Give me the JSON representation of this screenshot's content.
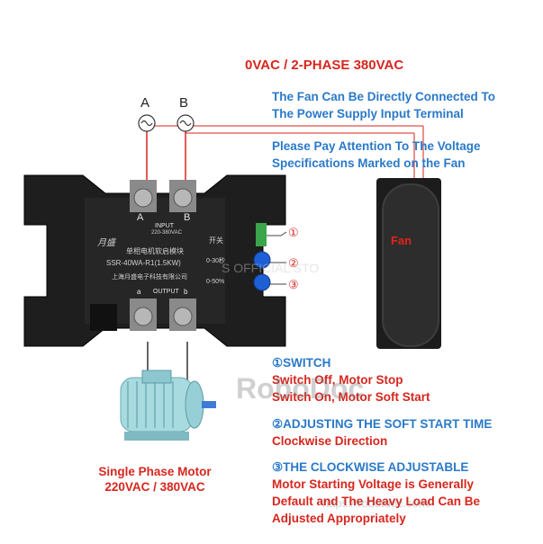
{
  "header": {
    "title": "0VAC / 2-PHASE 380VAC"
  },
  "terminals": {
    "a_label": "A",
    "b_label": "B",
    "out_a": "a",
    "out_b": "b"
  },
  "fan_note": {
    "line1": "The Fan Can Be Directly Connected To",
    "line2": "The Power Supply  Input Terminal",
    "line3": "Please Pay Attention To The Voltage",
    "line4": "Specifications Marked on the Fan"
  },
  "fan": {
    "label": "Fan"
  },
  "device": {
    "brand": "月盛",
    "input_label": "INPUT",
    "input_spec": "220-380VAC",
    "model_cn": "单相电机软启模块",
    "model": "SSR-40WA-R1(1.5KW)",
    "maker": "上海月盛电子科技有限公司",
    "output_label": "OUTPUT",
    "switch_cn": "开关",
    "time_range": "0-30秒",
    "volt_range": "0-50%",
    "callout1": "①",
    "callout2": "②",
    "callout3": "③"
  },
  "motor": {
    "line1": "Single Phase Motor",
    "line2": "220VAC / 380VAC"
  },
  "notes": {
    "switch_title": "①SWITCH",
    "switch_off": "Switch Off, Motor Stop",
    "switch_on": "Switch On, Motor Soft Start",
    "time_title": "②ADJUSTING THE SOFT START TIME",
    "time_desc": "Clockwise Direction",
    "volt_title": "③THE CLOCKWISE ADJUSTABLE",
    "volt_l1": "Motor Starting Voltage is Generally",
    "volt_l2": "Default  and The Heavy Load Can Be",
    "volt_l3": "Adjusted Appropriately"
  },
  "watermark": {
    "brand": "RoboDoc",
    "url": "https://robotdoc.com/",
    "center": "S OFFICIAL STO"
  },
  "colors": {
    "red": "#d7261e",
    "blue": "#2a79c8",
    "device": "#1e1e1e"
  }
}
